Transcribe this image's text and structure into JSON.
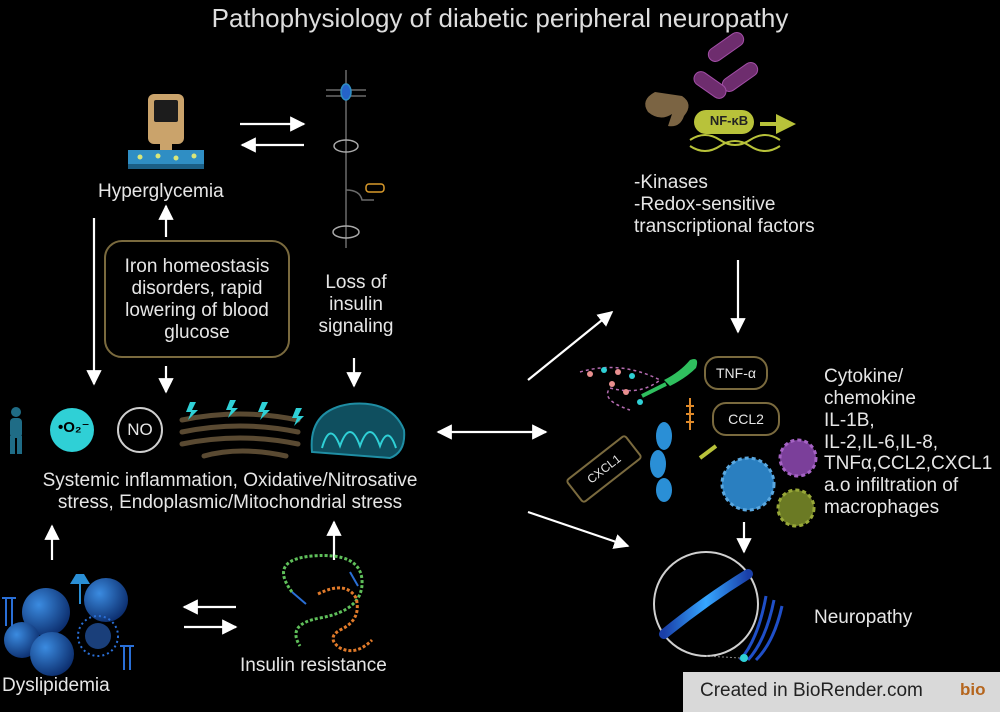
{
  "title": "Pathophysiology of diabetic peripheral neuropathy",
  "labels": {
    "hyperglycemia": "Hyperglycemia",
    "iron": "Iron homeostasis\ndisorders, rapid\nlowering of blood\nglucose",
    "loss_insulin": "Loss of\ninsulin\nsignaling",
    "kinases": "-Kinases\n-Redox-sensitive\ntranscriptional factors",
    "stress": "Systemic inflammation, Oxidative/Nitrosative\nstress, Endoplasmic/Mitochondrial stress",
    "cytokine": "Cytokine/\nchemokine\nIL-1B,\nIL-2,IL-6,IL-8,\nTNFα,CCL2,CXCL1\na.o infiltration of\nmacrophages",
    "neuropathy": "Neuropathy",
    "dyslipidemia": "Dyslipidemia",
    "insulin_resistance": "Insulin resistance"
  },
  "badges": {
    "superoxide": "•O₂⁻",
    "no": "NO",
    "nfkb": "NF-κB",
    "tnf": "TNF-α",
    "ccl2": "CCL2",
    "cxcl1": "CXCL1"
  },
  "brand": {
    "text": "Created in BioRender.com",
    "logo": "bio"
  },
  "colors": {
    "background": "#000000",
    "text": "#e6e6e6",
    "box_border": "#7a6a3e",
    "nfkb": "#b8c23a",
    "cyan": "#2fd0d6",
    "blue": "#2a6fd6"
  }
}
